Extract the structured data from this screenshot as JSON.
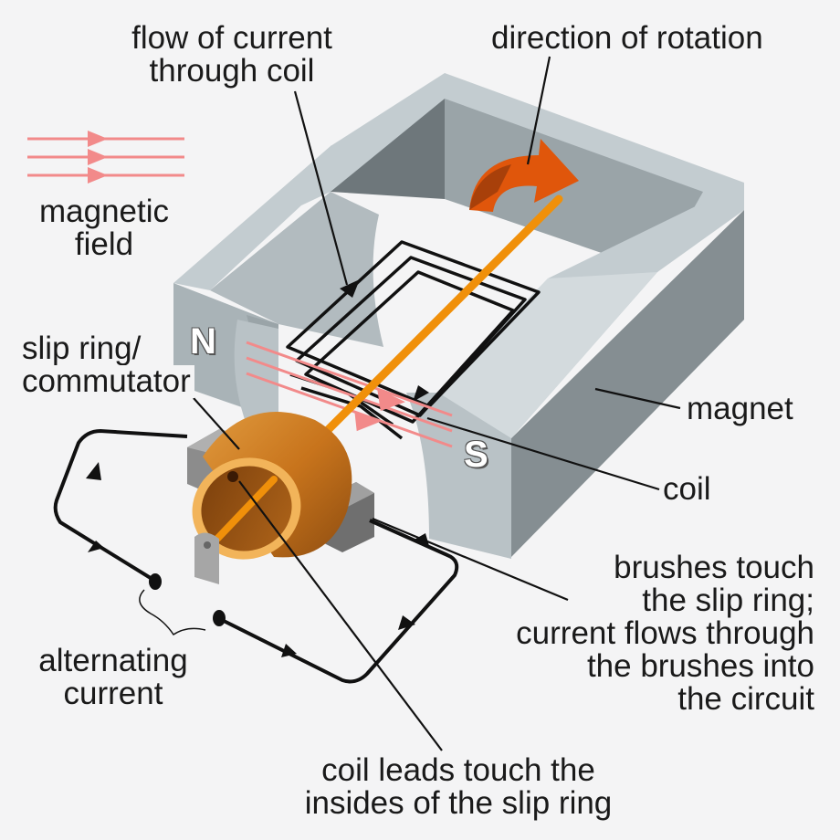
{
  "labels": {
    "flow_of_current": [
      "flow of current",
      "through coil"
    ],
    "direction_of_rotation": "direction of rotation",
    "magnetic_field": [
      "magnetic",
      "field"
    ],
    "slip_ring": [
      "slip ring/",
      "commutator"
    ],
    "magnet": "magnet",
    "coil": "coil",
    "brushes": [
      "brushes touch",
      "the slip ring;",
      "current flows through",
      "the brushes into",
      "the circuit"
    ],
    "alternating_current": [
      "alternating",
      "current"
    ],
    "coil_leads": [
      "coil leads touch the",
      "insides of the slip ring"
    ]
  },
  "poles": {
    "north": "N",
    "south": "S"
  },
  "colors": {
    "background": "#f4f4f5",
    "magnet_light": "#c3ccd0",
    "magnet_mid": "#a9b3b7",
    "magnet_dark": "#6e777b",
    "field_lines": "#f28a8a",
    "shaft": "#f0900a",
    "rotation_arrow": "#e0560b",
    "slip_ring": "#c8741c",
    "slip_ring_rim": "#f2b45a",
    "brush": "#8c8c8c",
    "wire": "#111111"
  }
}
